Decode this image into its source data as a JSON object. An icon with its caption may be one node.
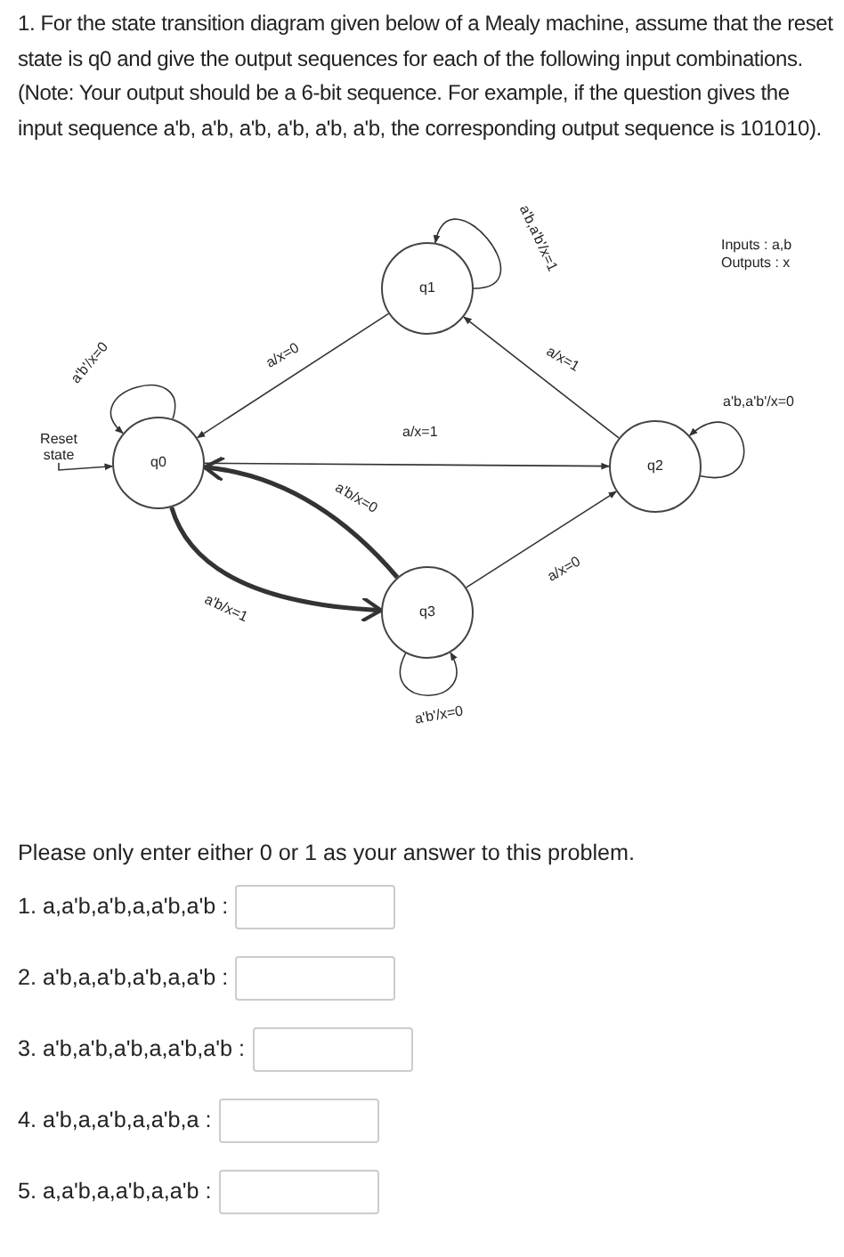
{
  "diagram": {
    "title": "1. For the state transition diagram given below of a Mealy machine, assume that the reset state is q0 and give the output sequences for each of the following input combinations. (Note: Your output should be a 6-bit sequence. For example, if the question gives the input  sequence a'b, a'b, a'b, a'b, a'b, a'b, the corresponding output sequence is 101010).",
    "nodes": [
      {
        "text": [
          "q1"
        ]
      },
      {
        "text": [
          "Reset state"
        ]
      },
      {
        "text": [
          "q0"
        ]
      },
      {
        "text": [
          "q2"
        ]
      },
      {
        "text": [
          "q3"
        ]
      }
    ],
    "edges": [
      {
        "from": 1,
        "to": 2,
        "arrow": "to"
      },
      {
        "from": 2,
        "to": 2,
        "arrow": "to",
        "label": "a'b'/x=0"
      },
      {
        "from": 0,
        "to": 2,
        "arrow": "to",
        "label": "a/x=0"
      },
      {
        "from": 2,
        "to": 3,
        "arrow": "to",
        "label": "a/x=1"
      },
      {
        "from": 0,
        "to": 0,
        "arrow": "to",
        "label": "a'b,a'b'/x=1"
      },
      {
        "from": 3,
        "to": 0,
        "arrow": "to",
        "label": "a/x=1"
      },
      {
        "from": 3,
        "to": 3,
        "arrow": "to",
        "label": "a'b,a'b'/x=0"
      },
      {
        "from": 4,
        "to": 2,
        "arrow": "to",
        "label": "a'b/x=0",
        "style": "thick"
      },
      {
        "from": 2,
        "to": 4,
        "arrow": "to",
        "label": "a'b/x=1",
        "style": "thick"
      },
      {
        "from": 4,
        "to": 3,
        "arrow": "to",
        "label": "a/x=0"
      },
      {
        "from": 4,
        "to": 4,
        "arrow": "to",
        "label": "a'b'/x=0"
      }
    ],
    "labels": [
      "Inputs : a,b",
      "Outputs : x",
      "Please only enter either 0 or 1 as your answer to this problem.",
      "1. a,a'b,a'b,a,a'b,a'b :",
      "2. a'b,a,a'b,a'b,a,a'b :",
      "3. a'b,a'b,a'b,a,a'b,a'b :",
      "4. a'b,a,a'b,a,a'b,a :",
      "5. a,a'b,a,a'b,a,a'b :"
    ]
  }
}
